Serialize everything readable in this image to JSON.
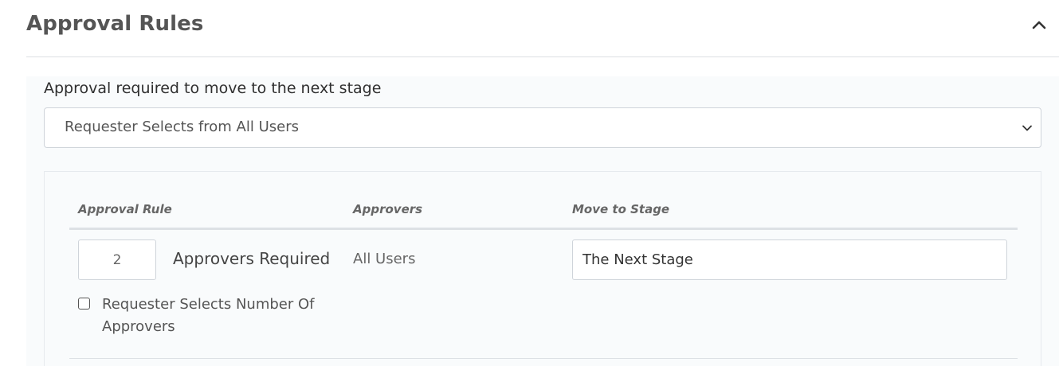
{
  "section": {
    "title": "Approval Rules",
    "collapse_icon": "chevron-up-icon"
  },
  "approval": {
    "label": "Approval required to move to the next stage",
    "selected": "Requester Selects from All Users",
    "caret_icon": "chevron-down-icon"
  },
  "table": {
    "headers": {
      "rule": "Approval Rule",
      "approvers": "Approvers",
      "stage": "Move to Stage"
    },
    "rows": [
      {
        "approvers_required_count": "2",
        "approvers_required_label": "Approvers Required",
        "approvers": "All Users",
        "move_to_stage": "The Next Stage",
        "requester_selects_label": "Requester Selects Number Of Approvers",
        "requester_selects_checked": false
      }
    ]
  }
}
